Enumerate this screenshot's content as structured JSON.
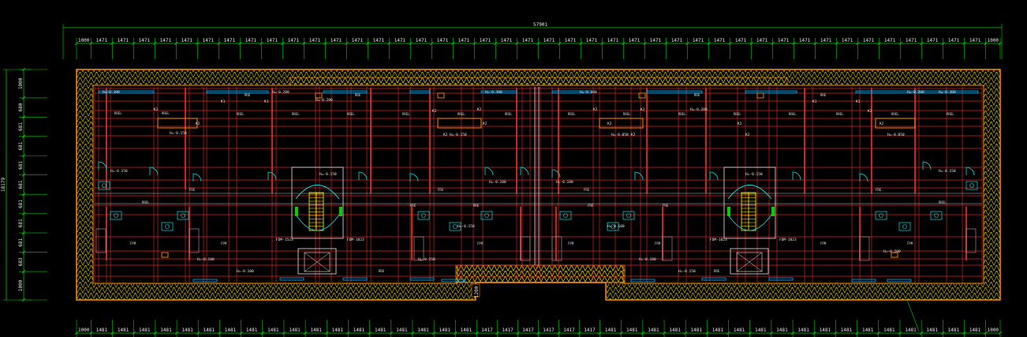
{
  "drawing": {
    "colors": {
      "background": "#000000",
      "dimension": "#00d000",
      "wall": "#ff2a2a",
      "outline": "#ff8c00",
      "insulation": "#e8d000",
      "window": "#00b4ff",
      "door": "#00e5e5",
      "stair": "#ffff00",
      "text": "#e8e8e8"
    },
    "overall_width_label": "57901",
    "overall_height_label": "18179",
    "top_dimensions": [
      "1000",
      "1471",
      "1471",
      "1471",
      "1471",
      "1471",
      "1471",
      "1471",
      "1471",
      "1471",
      "1471",
      "1471",
      "1471",
      "1471",
      "1471",
      "1471",
      "1471",
      "1471",
      "1471",
      "1471",
      "1471",
      "1471",
      "1471",
      "1471",
      "1471",
      "1471",
      "1471",
      "1471",
      "1471",
      "1471",
      "1471",
      "1471",
      "1471",
      "1471",
      "1471",
      "1471",
      "1471",
      "1471",
      "1471",
      "1471",
      "1471",
      "1471",
      "1471",
      "1000"
    ],
    "bottom_dimensions": [
      "1000",
      "1481",
      "1481",
      "1481",
      "1481",
      "1481",
      "1481",
      "1481",
      "1481",
      "1481",
      "1481",
      "1481",
      "1481",
      "1481",
      "1481",
      "1481",
      "1481",
      "1481",
      "1481",
      "1417",
      "1417",
      "1417",
      "1417",
      "1417",
      "1417",
      "1481",
      "1481",
      "1481",
      "1481",
      "1481",
      "1481",
      "1481",
      "1481",
      "1481",
      "1481",
      "1481",
      "1481",
      "1481",
      "1481",
      "1481",
      "1481",
      "1481",
      "1481",
      "1000"
    ],
    "left_dimensions": [
      "1000",
      "680",
      "681",
      "681",
      "681",
      "681",
      "681",
      "681",
      "681",
      "683",
      "1000"
    ],
    "notch_label": "1200",
    "level_labels": [
      "H=-0.300",
      "H=-0.200",
      "H=-0.200",
      "H=-0.300",
      "H=-0.300",
      "H=-0.200",
      "H=-0.200",
      "H=-0.300",
      "H=-0.150",
      "H=-0.150",
      "H=-0.100",
      "H=-0.100",
      "H=-0.150",
      "H=-0.150",
      "H=-0.150",
      "H=-0.150",
      "H=-0.050",
      "H=-0.050",
      "H=-0.150",
      "H=-0.100",
      "H=-0.100",
      "H=-0.150",
      "H=-0.100",
      "H=-0.200",
      "H=-0.100",
      "H=-0.150"
    ],
    "room_labels": [
      "RRE",
      "RRE",
      "RRE",
      "RRE",
      "RREL",
      "RREL",
      "RREL",
      "RREL",
      "RREL",
      "RREL",
      "RREL",
      "RREL",
      "RREL",
      "RREL",
      "RREL",
      "RREL",
      "RREL",
      "RREL",
      "RREL",
      "RREL",
      "RREL",
      "RREL",
      "FRE",
      "FRE",
      "FRE",
      "FRE",
      "RRE",
      "RRE",
      "FRE",
      "FRE",
      "RRE",
      "RRE",
      "FPM",
      "FPM",
      "FPM",
      "FPM",
      "FPM",
      "FPM",
      "FRM"
    ],
    "tags": [
      "K1",
      "K1",
      "K2",
      "K2",
      "K2",
      "K2",
      "K2",
      "K2",
      "K2",
      "K2",
      "K2",
      "K2",
      "K2",
      "K2",
      "K2",
      "K2",
      "K1",
      "K1"
    ],
    "door_labels": [
      "FDM-1523",
      "FDM-1823",
      "FDM-1823",
      "FDM-1823"
    ]
  }
}
